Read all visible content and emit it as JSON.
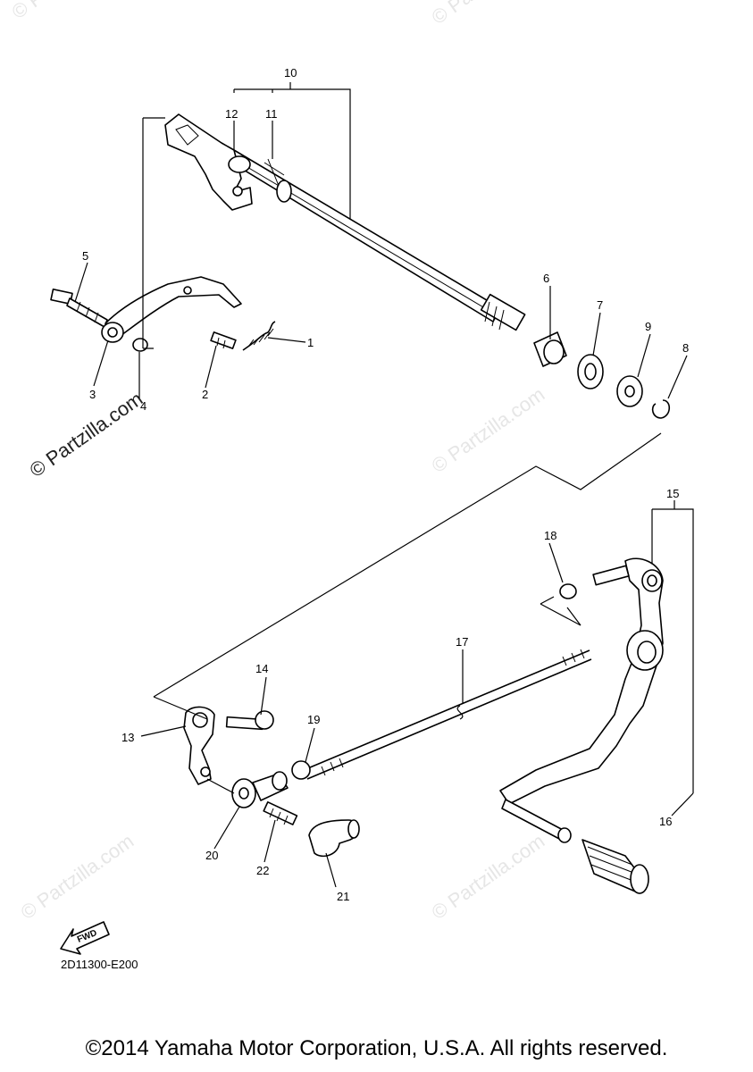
{
  "callouts": {
    "c1": "1",
    "c2": "2",
    "c3": "3",
    "c4": "4",
    "c5": "5",
    "c6": "6",
    "c7": "7",
    "c8": "8",
    "c9": "9",
    "c10": "10",
    "c11": "11",
    "c12": "12",
    "c13": "13",
    "c14": "14",
    "c15": "15",
    "c16": "16",
    "c17": "17",
    "c18": "18",
    "c19": "19",
    "c20": "20",
    "c21": "21",
    "c22": "22"
  },
  "watermark": {
    "main": "© Partzilla.com",
    "faint": "© Partzilla.com"
  },
  "fwd_label": "FWD",
  "drawing_code": "2D11300-E200",
  "copyright": "©2014 Yamaha Motor Corporation, U.S.A. All rights reserved."
}
